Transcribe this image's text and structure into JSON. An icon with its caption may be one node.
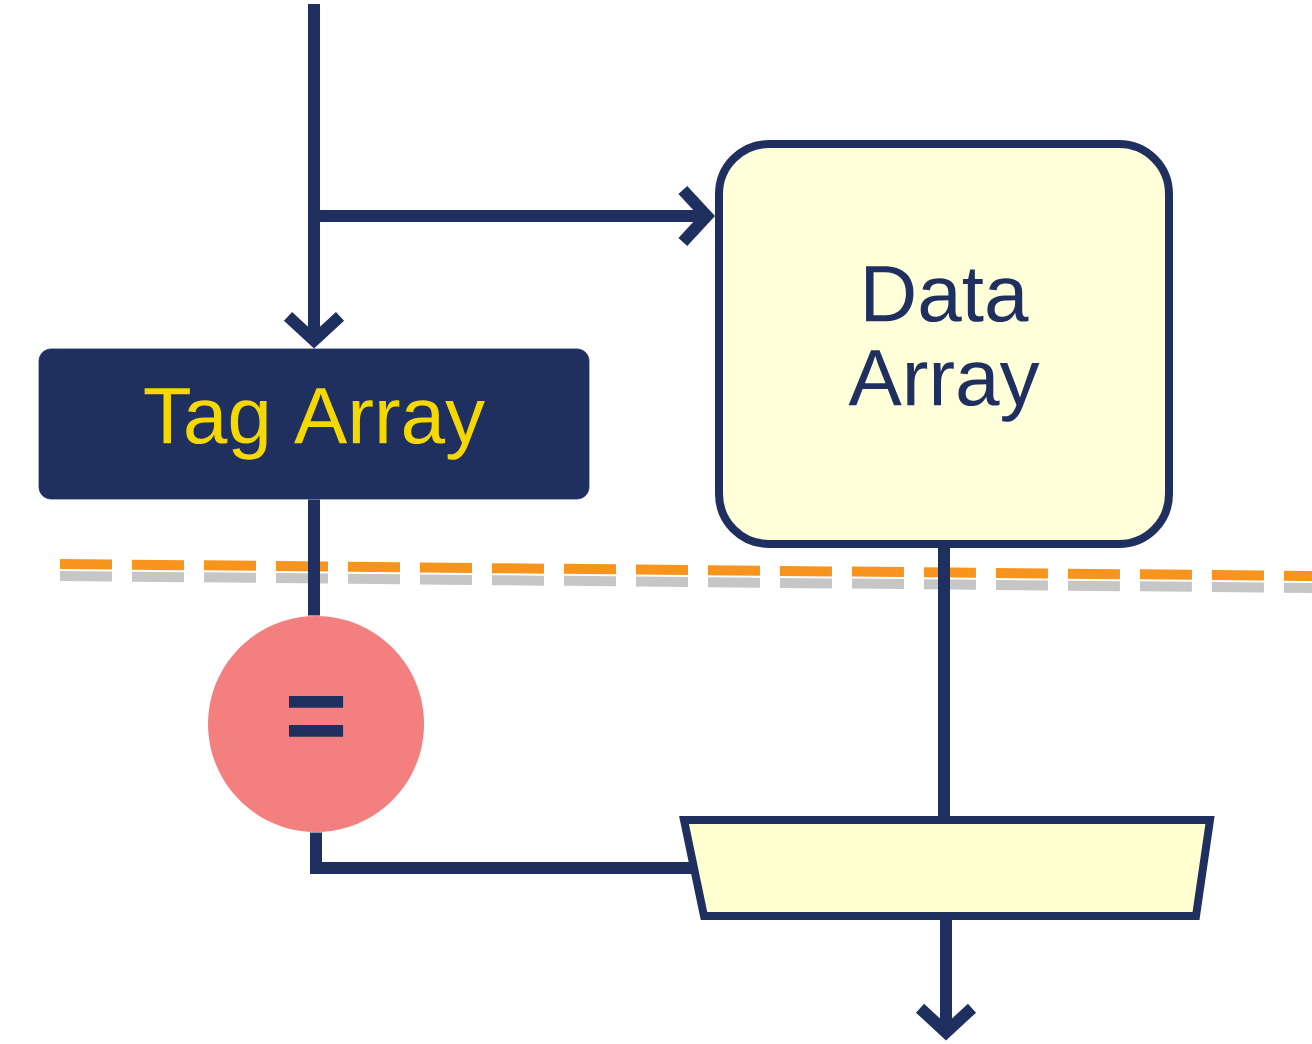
{
  "diagram": {
    "nodes": [
      {
        "text": [
          "Tag Array"
        ]
      },
      {
        "text": [
          "Data Array"
        ]
      },
      {
        "text": [
          "="
        ]
      },
      {
        "text": [],
        "shape": "trapezoid"
      }
    ],
    "edges": [
      {
        "from": null,
        "to": 0,
        "arrow": "to"
      },
      {
        "from": null,
        "to": 1,
        "arrow": "to"
      },
      {
        "from": 0,
        "to": 2,
        "arrow": "none"
      },
      {
        "from": 2,
        "to": 3,
        "arrow": "none"
      },
      {
        "from": 1,
        "to": 3,
        "arrow": "none"
      },
      {
        "from": 3,
        "to": null,
        "arrow": "to"
      }
    ]
  }
}
